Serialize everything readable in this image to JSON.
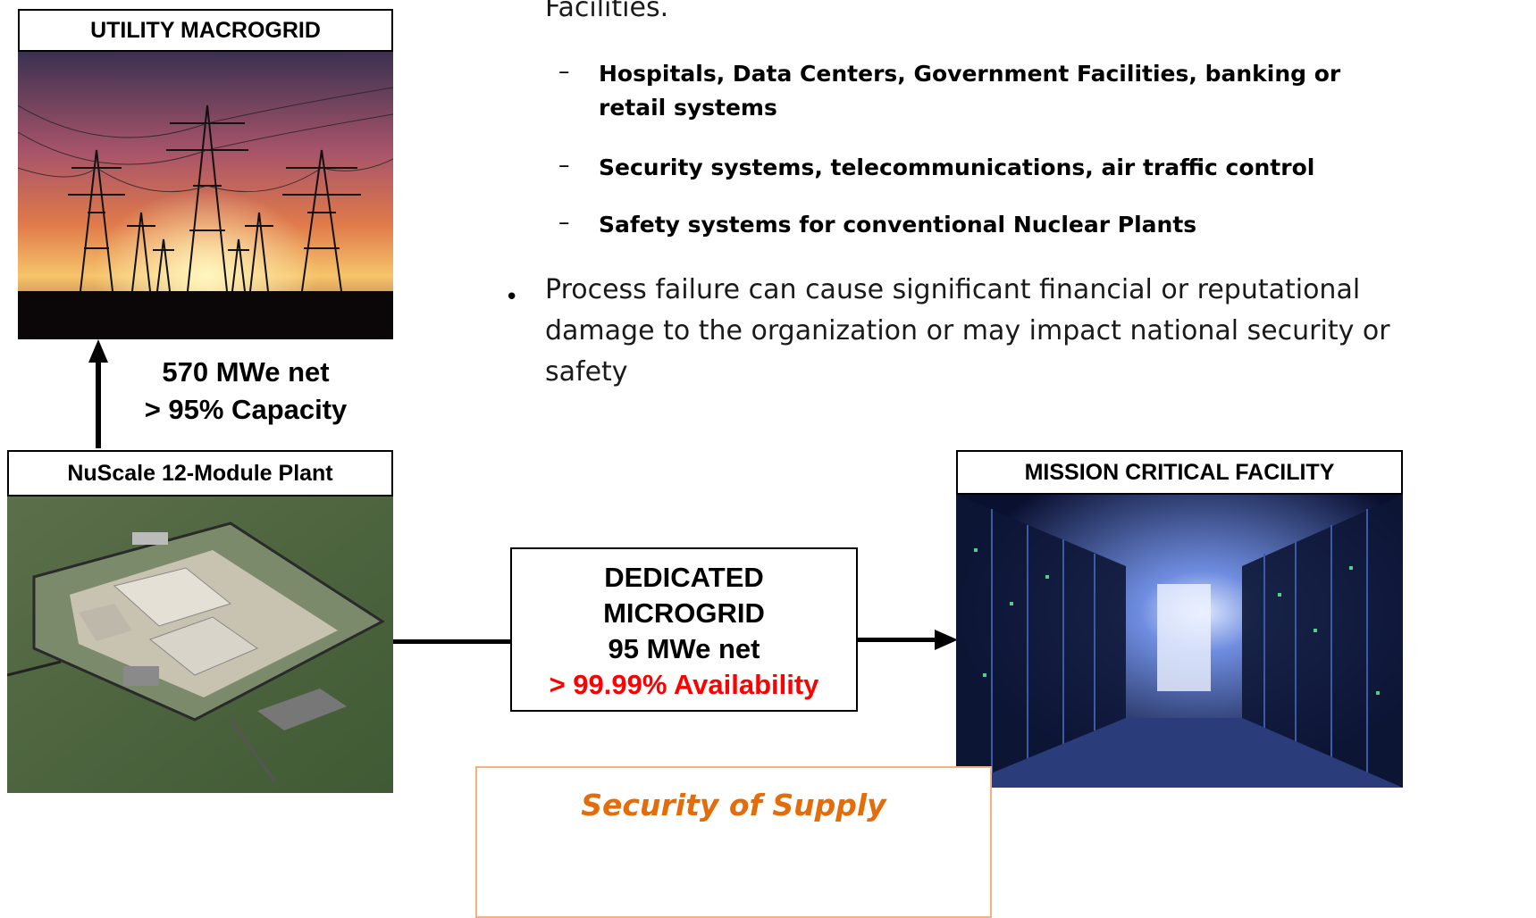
{
  "top_text": {
    "fragment": "Facilities.",
    "sub_bullets": [
      "Hospitals, Data Centers, Government Facilities, banking or retail systems",
      "Security systems, telecommunications, air traffic control",
      "Safety systems for conventional Nuclear Plants"
    ],
    "main_bullet": "Process failure can cause significant financial or reputational damage to the organization or may impact national security or safety"
  },
  "utility": {
    "label": "UTILITY MACROGRID",
    "image_icon": "power-lines-sunset-photo"
  },
  "capacity": {
    "line1": "570 MWe net",
    "line2": "> 95% Capacity"
  },
  "plant": {
    "label": "NuScale 12-Module Plant",
    "image_icon": "nuclear-plant-aerial-photo"
  },
  "microgrid": {
    "line1": "DEDICATED",
    "line2": "MICROGRID",
    "line3": "95 MWe net",
    "line4": "> 99.99% Availability"
  },
  "facility": {
    "label": "MISSION CRITICAL FACILITY",
    "image_icon": "data-center-photo"
  },
  "security": {
    "label": "Security of Supply"
  },
  "colors": {
    "availability_red": "#ff0000",
    "security_orange": "#e46c0a",
    "security_border": "#f4b183"
  }
}
